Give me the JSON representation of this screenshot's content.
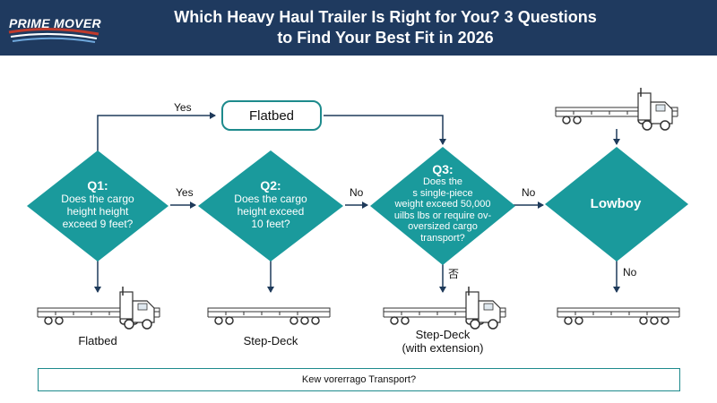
{
  "header": {
    "logo_text": "PRIME MOVER",
    "title_line1": "Which Heavy Haul Trailer Is Right for You? 3 Questions",
    "title_line2": "to Find Your Best Fit in 2026"
  },
  "colors": {
    "header_bg": "#1f3a5f",
    "diamond": "#1a9a9c",
    "arrow": "#1e3a5a",
    "logo_swoosh": "#c0392b"
  },
  "nodes": {
    "flatbed_top": "Flatbed",
    "q1": {
      "head": "Q1:",
      "line1": "Does the cargo",
      "line2": "height height",
      "line3": "exceed 9 feet?"
    },
    "q2": {
      "head": "Q2:",
      "line1": "Does the cargo",
      "line2": "height exceed",
      "line3": "10 feet?"
    },
    "q3": {
      "head": "Q3:",
      "line1": "Does the",
      "line2": "s single-piece",
      "line3": "weight exceed 50,000",
      "line4": "uilbs lbs or require ov-",
      "line5": "oversized cargo",
      "line6": "transport?"
    },
    "lowboy": "Lowboy"
  },
  "edge_labels": {
    "yes_top": "Yes",
    "yes_mid": "Yes",
    "no_q2": "No",
    "no_q3": "No",
    "q3_down": "否",
    "no_lowboy": "No"
  },
  "results": {
    "r1": "Flatbed",
    "r2": "Step-Deck",
    "r3_line1": "Step-Deck",
    "r3_line2": "(with extension)"
  },
  "icons": [
    "truck-trailer-icon",
    "trailer-icon"
  ],
  "bottom_box": "Kew vorerrago Transport?"
}
